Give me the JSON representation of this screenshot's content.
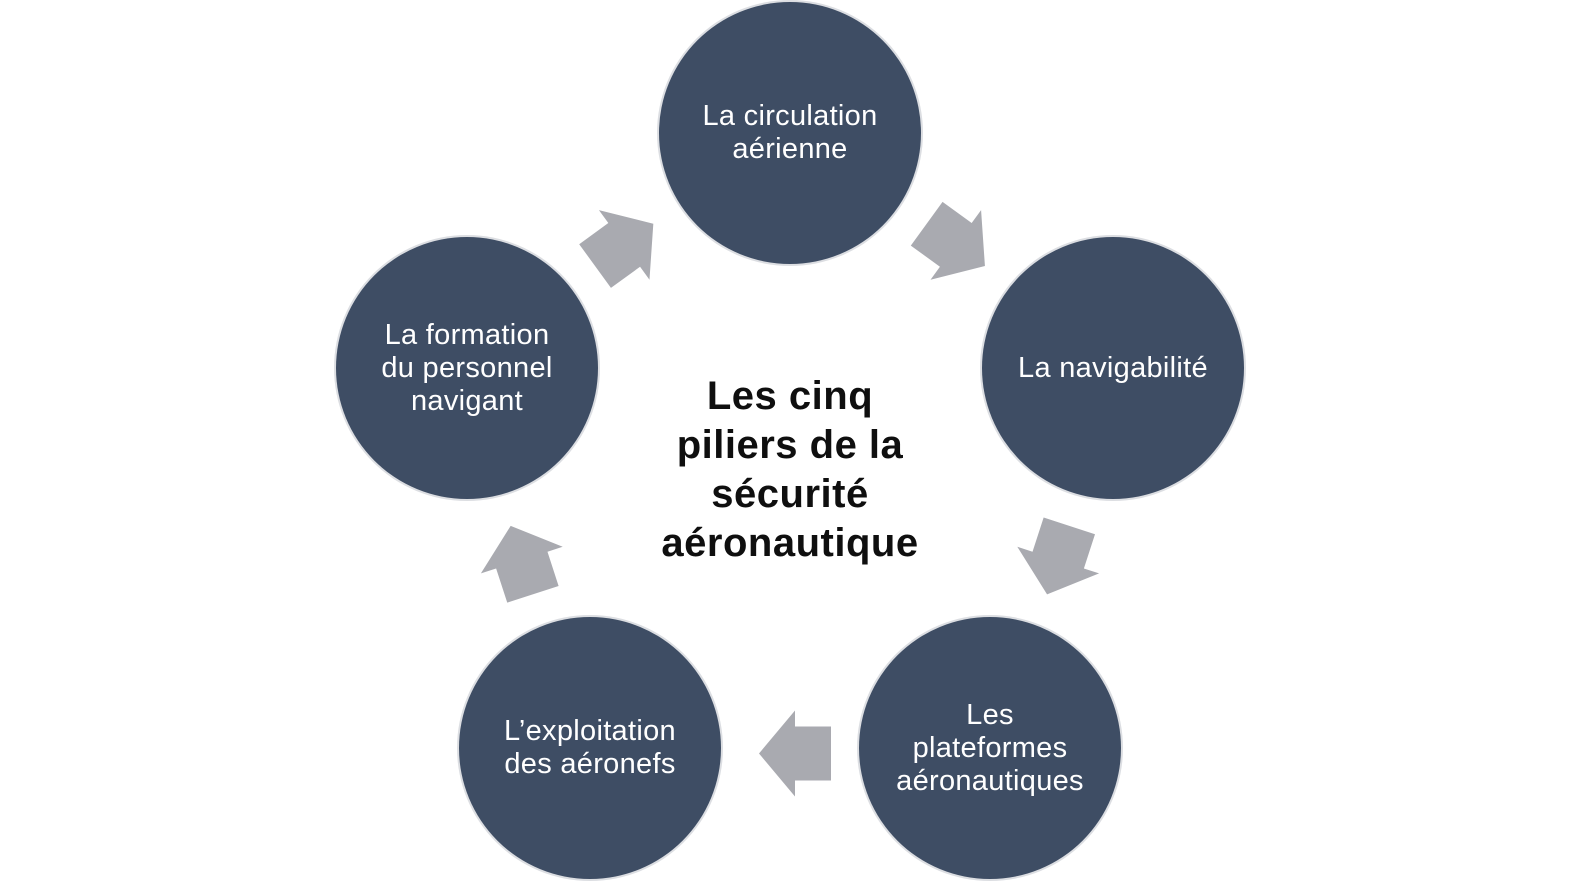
{
  "diagram": {
    "type": "cycle",
    "flow": "clockwise",
    "title": "Les cinq piliers de la sécurité aéronautique",
    "title_lines": [
      "Les cinq",
      "piliers de la",
      "sécurité",
      "aéronautique"
    ],
    "nodes": [
      {
        "id": "circulation-aerienne",
        "label": "La circulation aérienne",
        "lines": [
          "La circulation",
          "aérienne"
        ]
      },
      {
        "id": "navigabilite",
        "label": "La navigabilité",
        "lines": [
          "La navigabilité"
        ]
      },
      {
        "id": "plateformes-aeronautiques",
        "label": "Les plateformes aéronautiques",
        "lines": [
          "Les",
          "plateformes",
          "aéronautiques"
        ]
      },
      {
        "id": "exploitation-aeronefs",
        "label": "L’exploitation des aéronefs",
        "lines": [
          "L’exploitation",
          "des aéronefs"
        ]
      },
      {
        "id": "formation-personnel-navigant",
        "label": "La formation du personnel navigant",
        "lines": [
          "La formation",
          "du personnel",
          "navigant"
        ]
      }
    ],
    "arrow_directions": [
      "up-right",
      "down-right",
      "down-left",
      "left",
      "up"
    ]
  },
  "colors": {
    "background": "#ffffff",
    "circle_fill": "#3e4d64",
    "circle_ring": "#dcdee2",
    "circle_text": "#ffffff",
    "arrow": "#a9aab0",
    "title_text": "#0f0f0f"
  }
}
